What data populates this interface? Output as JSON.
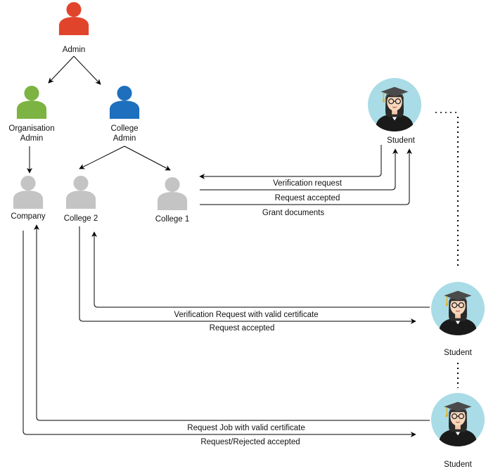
{
  "colors": {
    "admin": "#e0452b",
    "organisation_admin": "#7cb342",
    "college_admin": "#1e6fbe",
    "entity_gray": "#c4c4c4",
    "student_circle": "#a9dce6"
  },
  "nodes": {
    "admin": {
      "label": "Admin",
      "icon": "person-icon"
    },
    "organisation_admin": {
      "label_line1": "Organisation",
      "label_line2": "Admin",
      "icon": "person-icon"
    },
    "college_admin": {
      "label_line1": "College",
      "label_line2": "Admin",
      "icon": "person-icon"
    },
    "company": {
      "label": "Company",
      "icon": "person-icon"
    },
    "college2": {
      "label": "College 2",
      "icon": "person-icon"
    },
    "college1": {
      "label": "College 1",
      "icon": "person-icon"
    },
    "student_top": {
      "label": "Student",
      "icon": "graduate-student-icon"
    },
    "student_mid": {
      "label": "Student",
      "icon": "graduate-student-icon"
    },
    "student_bottom": {
      "label": "Student",
      "icon": "graduate-student-icon"
    }
  },
  "edges": {
    "verification_request": "Verification request",
    "request_accepted_1": "Request accepted",
    "grant_documents": "Grant documents",
    "verification_valid_cert": "Verification Request with valid certificate",
    "request_accepted_2": "Request accepted",
    "request_job": "Request Job with valid certificate",
    "request_rejected_accepted": "Request/Rejected accepted"
  }
}
